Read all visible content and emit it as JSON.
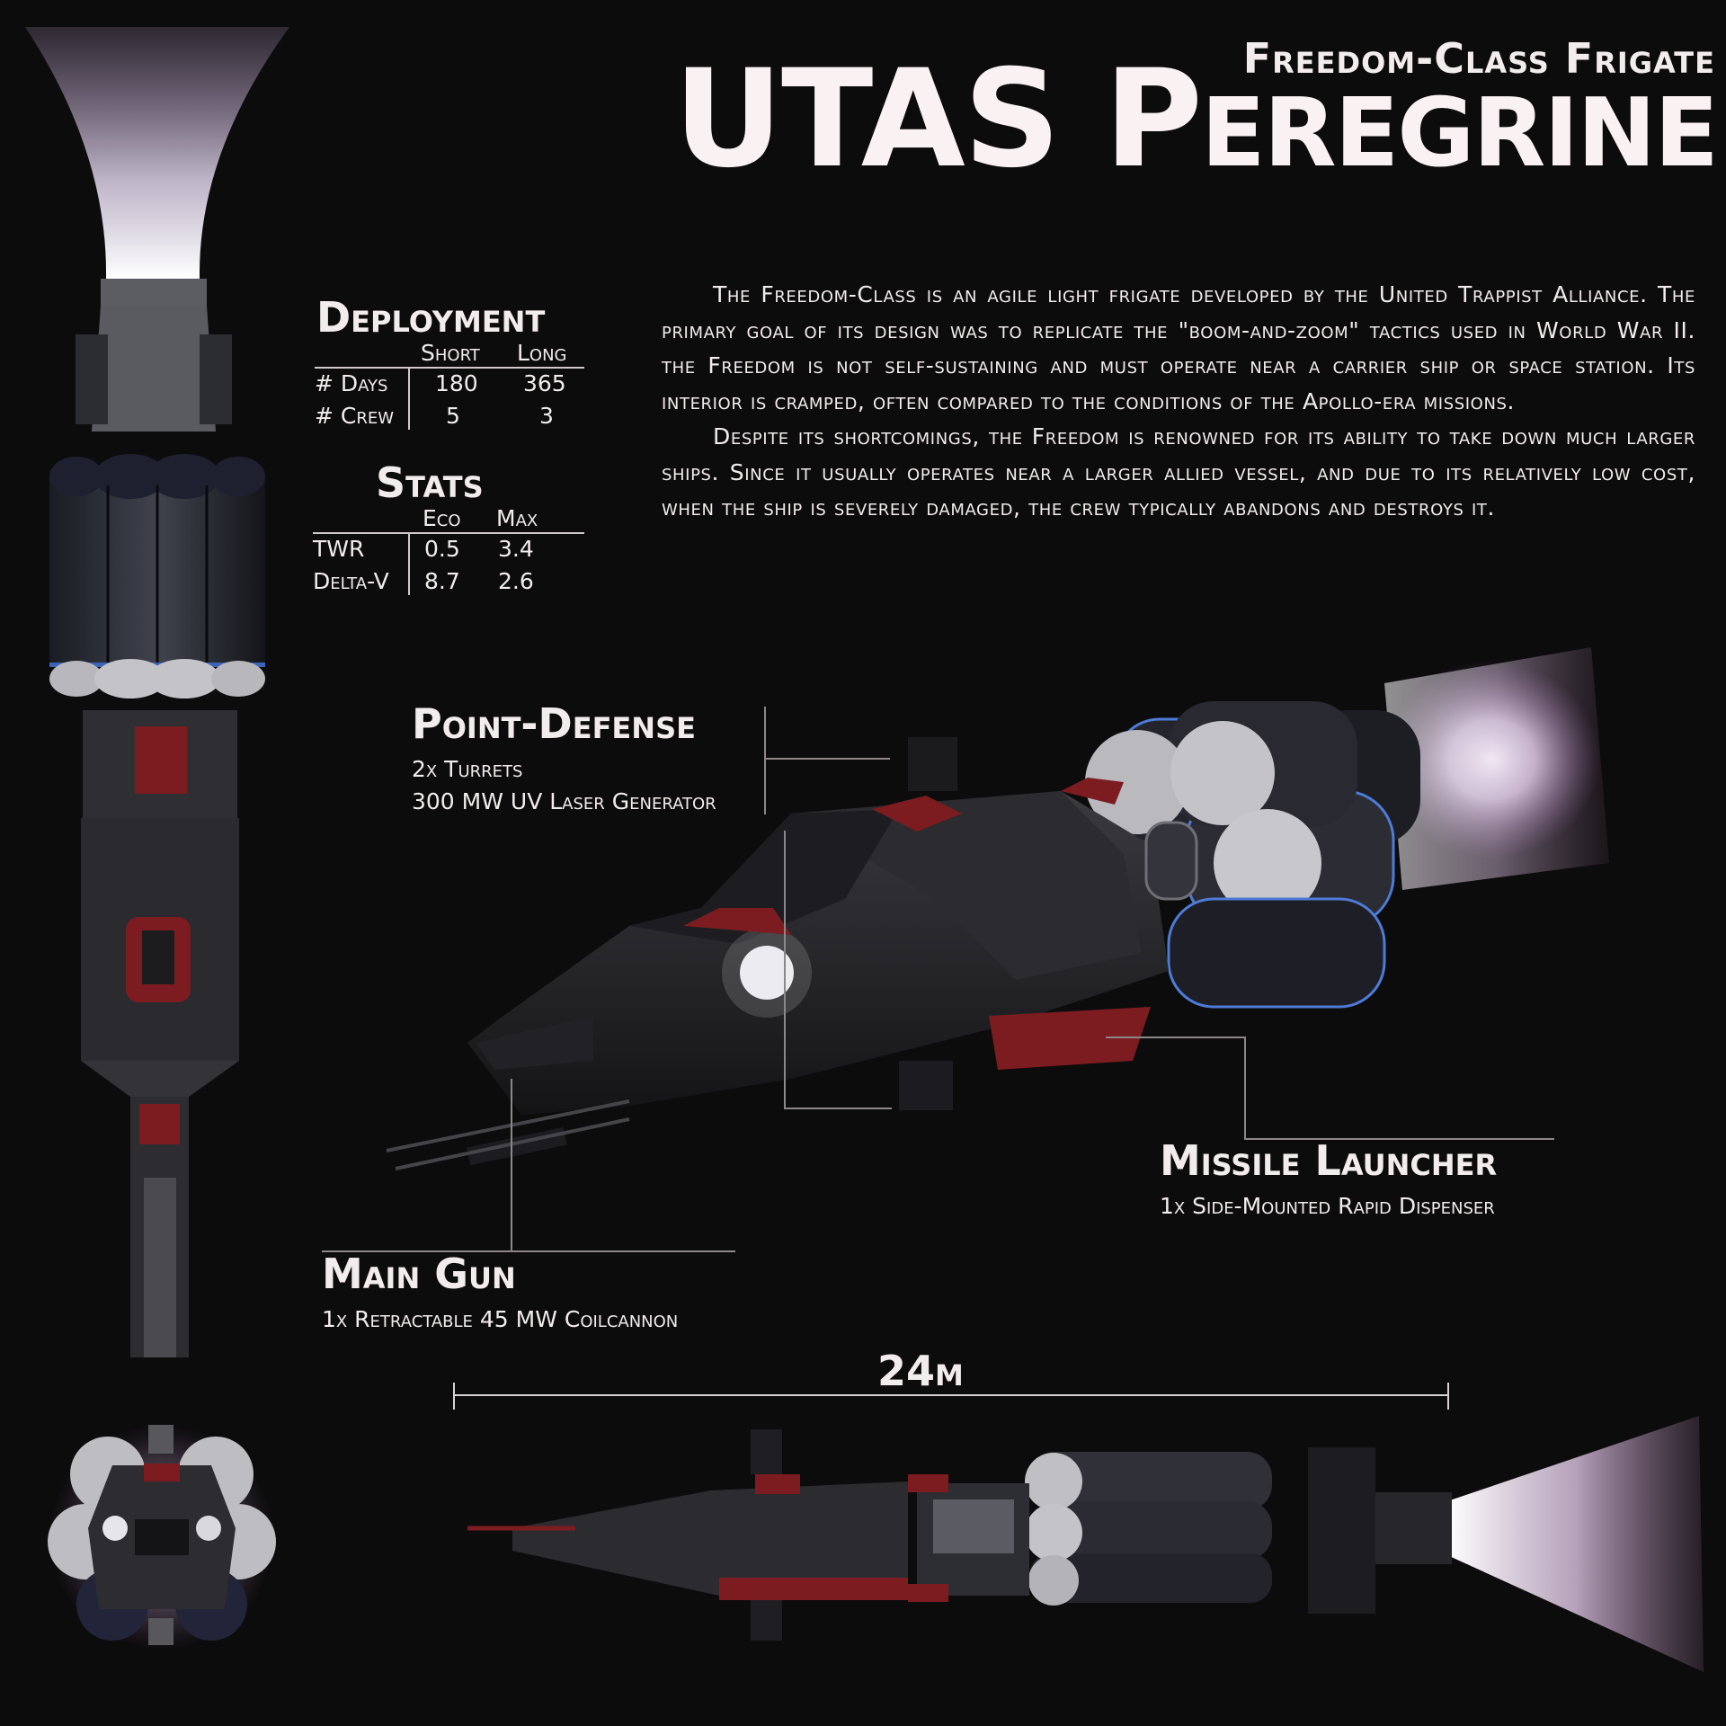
{
  "header": {
    "subtitle": "Freedom-Class Frigate",
    "title": "UTAS Peregrine"
  },
  "deployment": {
    "heading": "Deployment",
    "columns": [
      "Short",
      "Long"
    ],
    "rows": [
      {
        "label": "# Days",
        "values": [
          "180",
          "365"
        ]
      },
      {
        "label": "# Crew",
        "values": [
          "5",
          "3"
        ]
      }
    ]
  },
  "stats": {
    "heading": "Stats",
    "columns": [
      "Eco",
      "Max"
    ],
    "rows": [
      {
        "label": "TWR",
        "values": [
          "0.5",
          "3.4"
        ]
      },
      {
        "label": "Delta-V",
        "values": [
          "8.7",
          "2.6"
        ]
      }
    ]
  },
  "description": {
    "p1": "The Freedom-Class is an agile light frigate developed by the United Trappist Alliance. The primary goal of its design was to replicate the \"boom-and-zoom\" tactics used in World War II. the Freedom is not self-sustaining and must operate near a carrier ship or space station. Its interior is cramped, often compared to the conditions of the Apollo-era missions.",
    "p2": "Despite its shortcomings, the Freedom is renowned for its ability to take down much larger ships. Since it usually operates near a larger allied vessel, and due to its relatively low cost, when the ship is severely damaged, the crew typically abandons and destroys it."
  },
  "callouts": {
    "point_defense": {
      "title": "Point-Defense",
      "line1": "2x Turrets",
      "line2": "300 MW UV Laser Generator"
    },
    "missile_launcher": {
      "title": "Missile Launcher",
      "line1": "1x Side-Mounted Rapid Dispenser"
    },
    "main_gun": {
      "title": "Main Gun",
      "line1": "1x Retractable 45 MW Coilcannon"
    }
  },
  "measure": {
    "label": "24m"
  },
  "colors": {
    "background": "#0d0c0d",
    "hull": "#2a2a2e",
    "accent_red": "#8e1e22",
    "tank_blue": "#4d7bd6",
    "exhaust": "#e7d6f2"
  }
}
